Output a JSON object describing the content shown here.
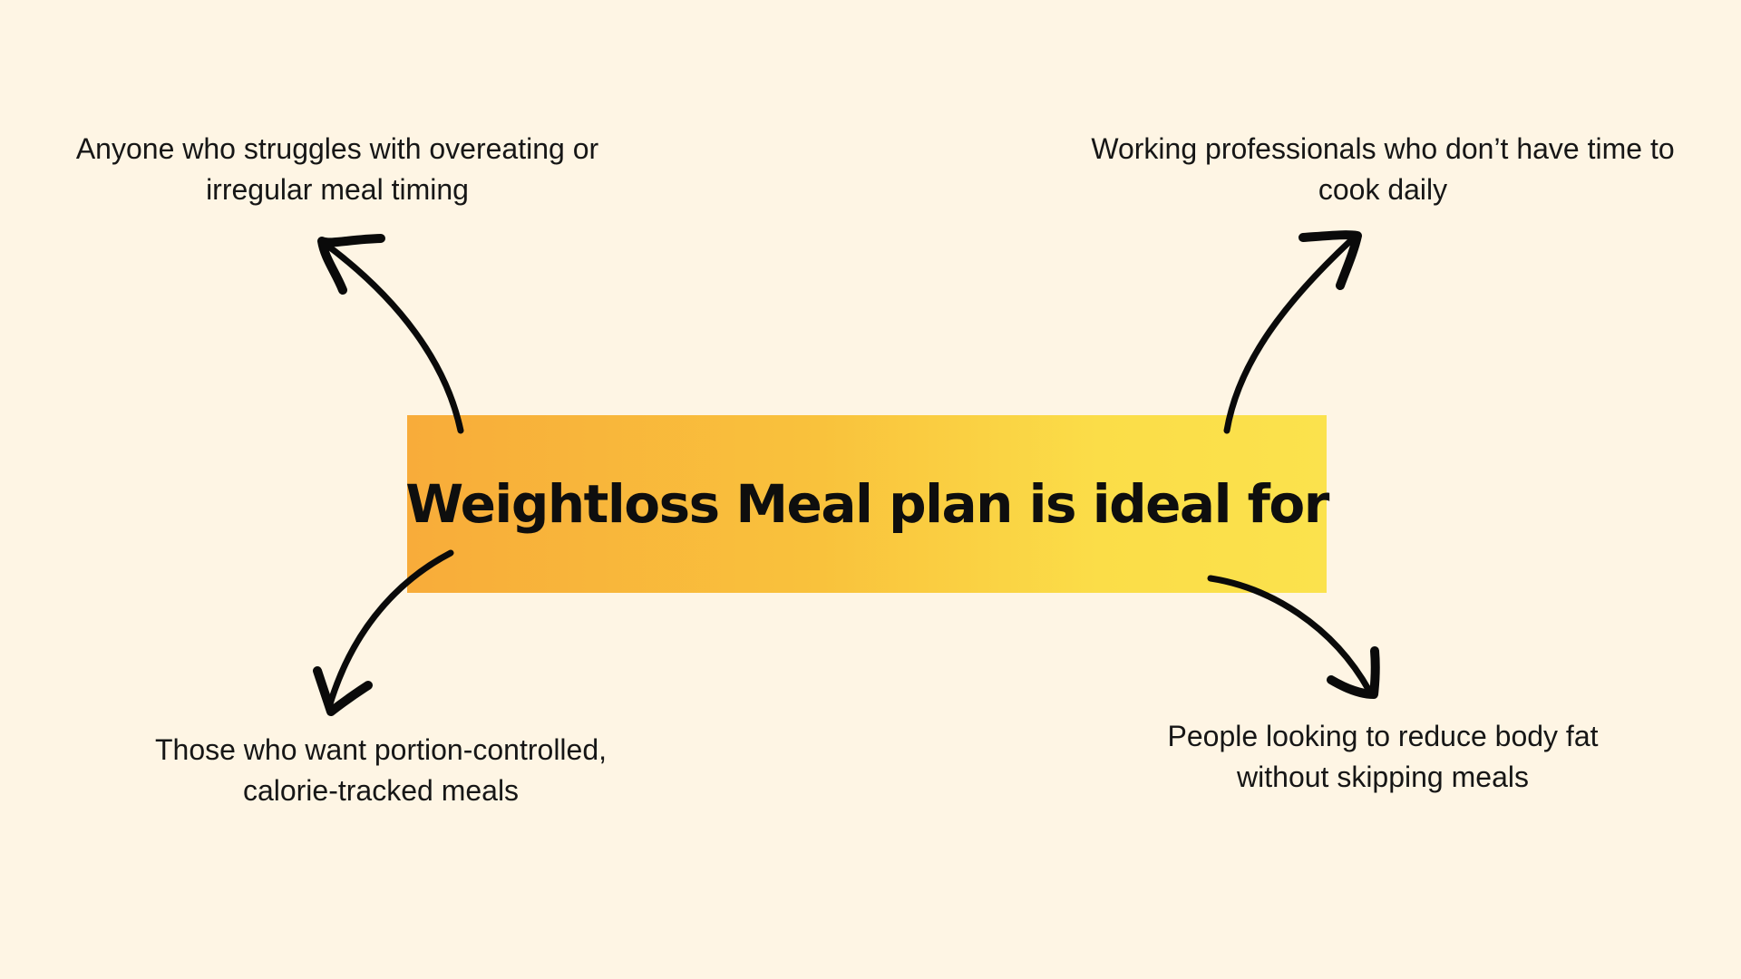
{
  "title": "Weightloss Meal plan is ideal for",
  "callouts": {
    "top_left": "Anyone who struggles with overeating or irregular meal timing",
    "top_right": "Working professionals who don’t have time to cook daily",
    "bottom_left": "Those who want portion-controlled, calorie-tracked meals",
    "bottom_right": "People looking to reduce body fat without skipping meals"
  },
  "colors": {
    "background": "#FEF5E4",
    "box_gradient_start": "#F8AC3A",
    "box_gradient_end": "#FBE24D",
    "text": "#141414"
  }
}
